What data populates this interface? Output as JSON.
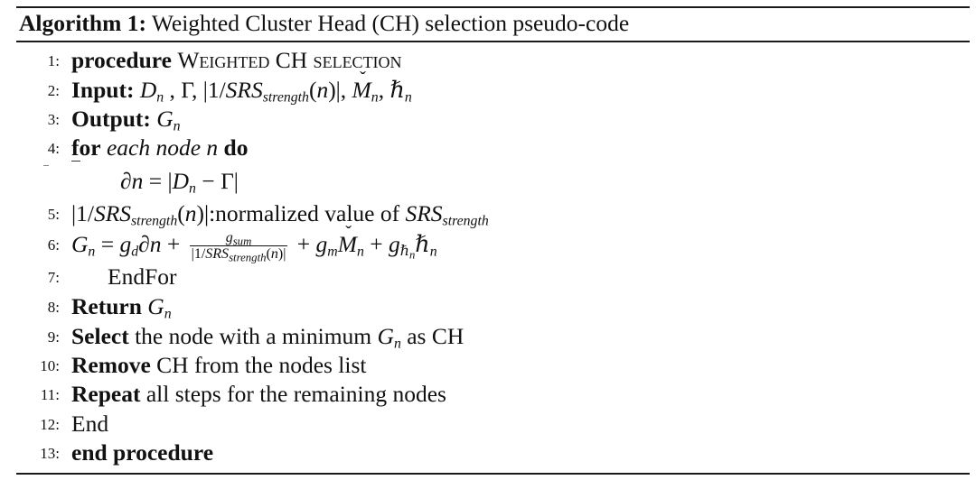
{
  "caption": {
    "label": "Algorithm 1:",
    "title": "Weighted Cluster Head (CH) selection pseudo-code"
  },
  "lines": [
    {
      "num": "1:",
      "kw": "procedure",
      "name": "Weighted CH selection"
    },
    {
      "num": "2:",
      "kw": "Input:"
    },
    {
      "num": "3:",
      "kw": "Output:"
    },
    {
      "num": "4:",
      "kw": "for",
      "mid": "each node n",
      "kw2": "do"
    },
    {
      "num": "",
      "text": "∂n = |Dn − Γ|"
    },
    {
      "num": "5:",
      "rest": "normalized value of"
    },
    {
      "num": "6:"
    },
    {
      "num": "7:",
      "text": "EndFor"
    },
    {
      "num": "8:",
      "kw": "Return"
    },
    {
      "num": "9:",
      "kw": "Select",
      "rest": "the node with a minimum",
      "tail": "as CH"
    },
    {
      "num": "10:",
      "kw": "Remove",
      "rest": "CH from the nodes list"
    },
    {
      "num": "11:",
      "kw": "Repeat",
      "rest": "all steps for the remaining nodes"
    },
    {
      "num": "12:",
      "text": "End"
    },
    {
      "num": "13:",
      "kw": "end procedure"
    }
  ]
}
